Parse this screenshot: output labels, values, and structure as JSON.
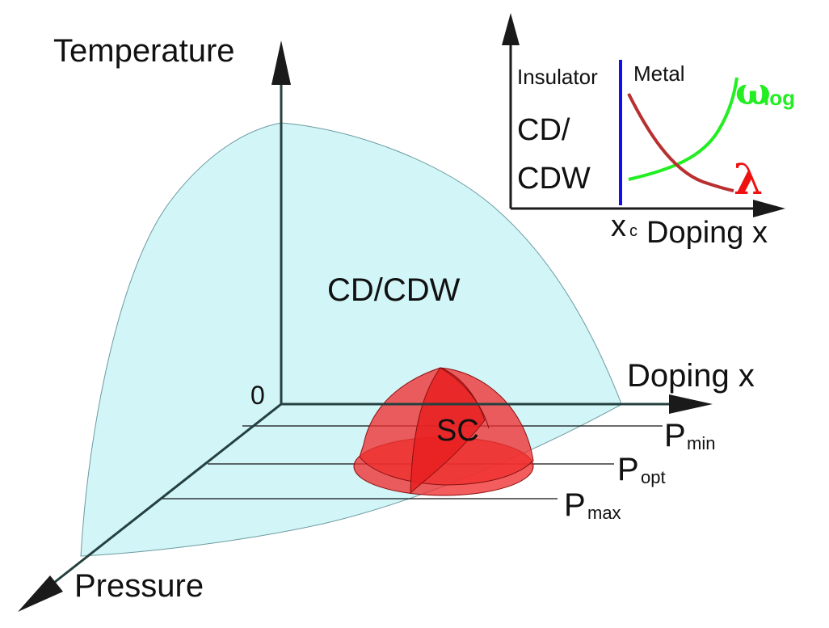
{
  "main_axes": {
    "temperature_label": "Temperature",
    "doping_label": "Doping x",
    "pressure_label": "Pressure",
    "origin_label": "0"
  },
  "regions": {
    "cdw_label": "CD/CDW",
    "sc_label": "SC"
  },
  "pressure_levels": [
    {
      "base": "P",
      "sub": "min"
    },
    {
      "base": "P",
      "sub": "opt"
    },
    {
      "base": "P",
      "sub": "max"
    }
  ],
  "inset": {
    "insulator_label": "Insulator",
    "metal_label": "Metal",
    "cdw_line1": "CD/",
    "cdw_line2": "CDW",
    "xc_base": "x",
    "xc_sub": "c",
    "doping_label": "Doping x",
    "omega_base": "ω",
    "omega_sub": "log",
    "lambda_label": "λ"
  },
  "colors": {
    "cdw_fill": "#d2f5f8",
    "sc_fill": "#f03030",
    "omega_curve": "#22ee22",
    "lambda_curve": "#b83030",
    "lambda_text": "#ee1111",
    "xc_line": "#1010ee",
    "axis": "#1a1a1a",
    "main_axis": "#24403f"
  }
}
